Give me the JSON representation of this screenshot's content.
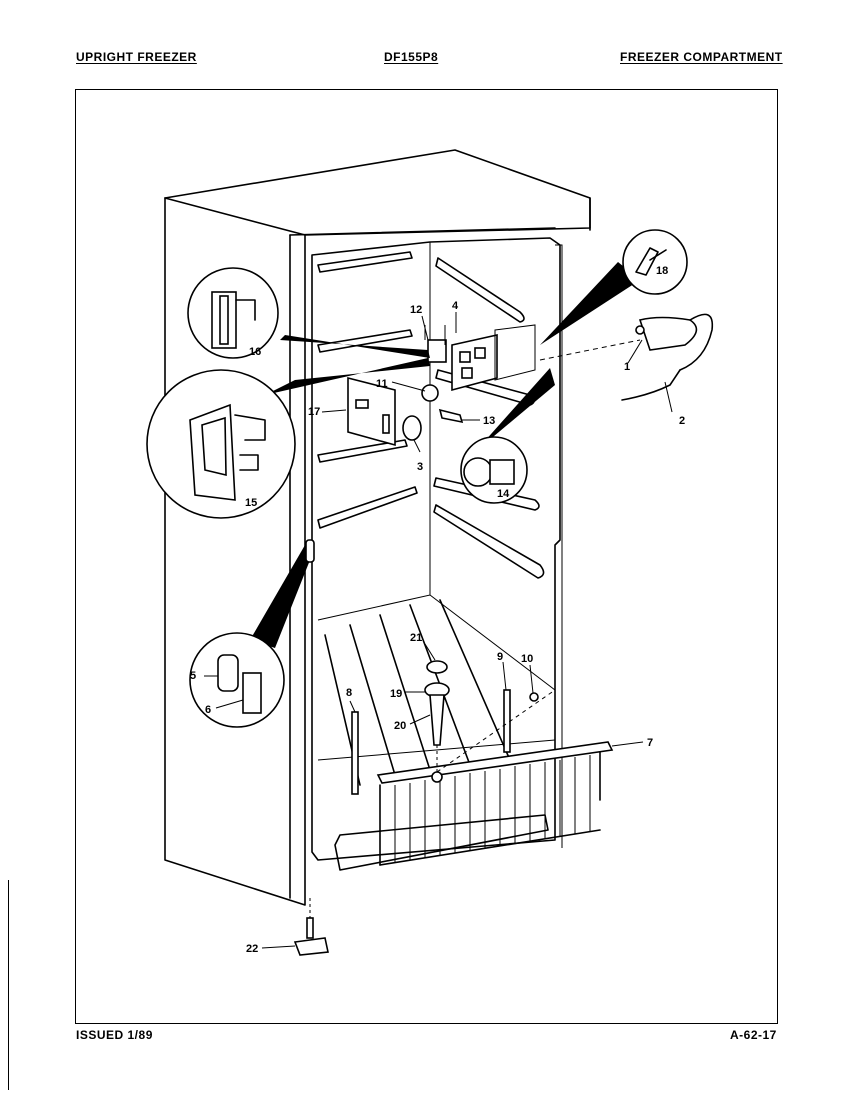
{
  "header": {
    "left": "UPRIGHT FREEZER",
    "center": "DF155P8",
    "right": "FREEZER COMPARTMENT"
  },
  "footer": {
    "left": "ISSUED 1/89",
    "right": "A-62-17"
  },
  "callouts": [
    "1",
    "2",
    "3",
    "4",
    "5",
    "6",
    "7",
    "8",
    "9",
    "10",
    "11",
    "12",
    "13",
    "14",
    "15",
    "16",
    "17",
    "18",
    "19",
    "20",
    "21",
    "22"
  ]
}
